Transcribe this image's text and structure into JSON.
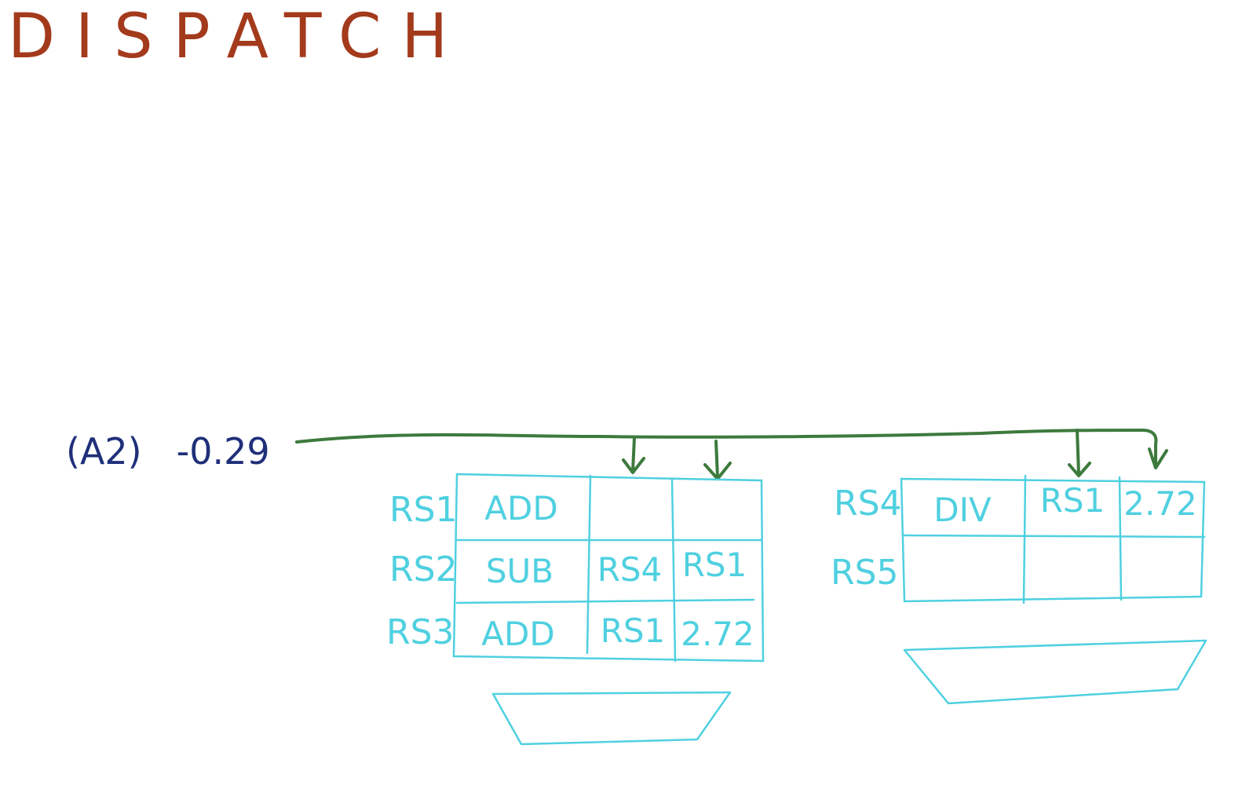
{
  "title": "DISPATCH",
  "broadcast": {
    "tag": "(A2)",
    "value": "-0.29"
  },
  "colors": {
    "title": "#a33a1c",
    "broadcast_text": "#1f2f7a",
    "bus": "#3d7a3d",
    "station": "#4fd0e0"
  },
  "adder_stations": {
    "rows": [
      {
        "name": "RS1",
        "op": "ADD",
        "src1": "",
        "src2": ""
      },
      {
        "name": "RS2",
        "op": "SUB",
        "src1": "RS4",
        "src2": "RS1"
      },
      {
        "name": "RS3",
        "op": "ADD",
        "src1": "RS1",
        "src2": "2.72"
      }
    ]
  },
  "mult_stations": {
    "rows": [
      {
        "name": "RS4",
        "op": "DIV",
        "src1": "RS1",
        "src2": "2.72"
      },
      {
        "name": "RS5",
        "op": "",
        "src1": "",
        "src2": ""
      }
    ]
  }
}
